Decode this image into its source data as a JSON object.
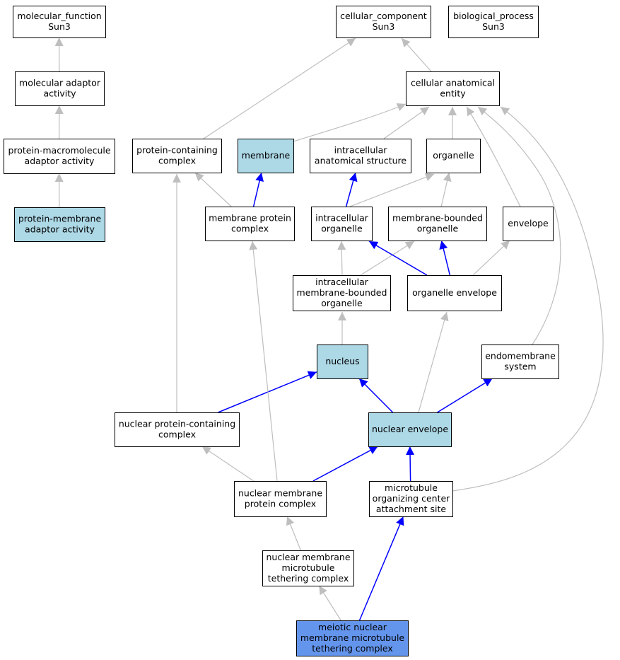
{
  "colors": {
    "plain_fill": "#ffffff",
    "highlight_fill": "#add8e6",
    "focus_fill": "#6495ed",
    "edge_gray": "#bebebe",
    "edge_blue": "#0000ff",
    "border": "#000000"
  },
  "nodes": [
    {
      "id": "molecular_function",
      "lines": [
        "molecular_function",
        "Sun3"
      ],
      "style": "plain"
    },
    {
      "id": "cellular_component",
      "lines": [
        "cellular_component",
        "Sun3"
      ],
      "style": "plain"
    },
    {
      "id": "biological_process",
      "lines": [
        "biological_process",
        "Sun3"
      ],
      "style": "plain"
    },
    {
      "id": "molecular_adaptor_activity",
      "lines": [
        "molecular adaptor",
        "activity"
      ],
      "style": "plain"
    },
    {
      "id": "cellular_anatomical_entity",
      "lines": [
        "cellular anatomical",
        "entity"
      ],
      "style": "plain"
    },
    {
      "id": "protein_macromolecule_adaptor_activity",
      "lines": [
        "protein-macromolecule",
        "adaptor activity"
      ],
      "style": "plain"
    },
    {
      "id": "protein_containing_complex",
      "lines": [
        "protein-containing",
        "complex"
      ],
      "style": "plain"
    },
    {
      "id": "membrane",
      "lines": [
        "membrane"
      ],
      "style": "highlight"
    },
    {
      "id": "intracellular_anatomical_structure",
      "lines": [
        "intracellular",
        "anatomical structure"
      ],
      "style": "plain"
    },
    {
      "id": "organelle",
      "lines": [
        "organelle"
      ],
      "style": "plain"
    },
    {
      "id": "protein_membrane_adaptor_activity",
      "lines": [
        "protein-membrane",
        "adaptor activity"
      ],
      "style": "highlight"
    },
    {
      "id": "membrane_protein_complex",
      "lines": [
        "membrane protein",
        "complex"
      ],
      "style": "plain"
    },
    {
      "id": "intracellular_organelle",
      "lines": [
        "intracellular",
        "organelle"
      ],
      "style": "plain"
    },
    {
      "id": "membrane_bounded_organelle",
      "lines": [
        "membrane-bounded",
        "organelle"
      ],
      "style": "plain"
    },
    {
      "id": "envelope",
      "lines": [
        "envelope"
      ],
      "style": "plain"
    },
    {
      "id": "intracellular_membrane_bounded_organelle",
      "lines": [
        "intracellular",
        "membrane-bounded",
        "organelle"
      ],
      "style": "plain"
    },
    {
      "id": "organelle_envelope",
      "lines": [
        "organelle envelope"
      ],
      "style": "plain"
    },
    {
      "id": "nucleus",
      "lines": [
        "nucleus"
      ],
      "style": "highlight"
    },
    {
      "id": "endomembrane_system",
      "lines": [
        "endomembrane",
        "system"
      ],
      "style": "plain"
    },
    {
      "id": "nuclear_protein_containing_complex",
      "lines": [
        "nuclear protein-containing",
        "complex"
      ],
      "style": "plain"
    },
    {
      "id": "nuclear_envelope",
      "lines": [
        "nuclear envelope"
      ],
      "style": "highlight"
    },
    {
      "id": "nuclear_membrane_protein_complex",
      "lines": [
        "nuclear membrane",
        "protein complex"
      ],
      "style": "plain"
    },
    {
      "id": "microtubule_organizing_center_attachment_site",
      "lines": [
        "microtubule",
        "organizing center",
        "attachment site"
      ],
      "style": "plain"
    },
    {
      "id": "nuclear_membrane_microtubule_tethering_complex",
      "lines": [
        "nuclear membrane",
        "microtubule",
        "tethering complex"
      ],
      "style": "plain"
    },
    {
      "id": "meiotic_nuclear_membrane_microtubule_tethering_complex",
      "lines": [
        "meiotic nuclear",
        "membrane microtubule",
        "tethering complex"
      ],
      "style": "focus"
    }
  ],
  "edges": [
    {
      "from": "molecular_adaptor_activity",
      "to": "molecular_function",
      "color": "gray"
    },
    {
      "from": "protein_macromolecule_adaptor_activity",
      "to": "molecular_adaptor_activity",
      "color": "gray"
    },
    {
      "from": "protein_membrane_adaptor_activity",
      "to": "protein_macromolecule_adaptor_activity",
      "color": "gray"
    },
    {
      "from": "cellular_anatomical_entity",
      "to": "cellular_component",
      "color": "gray"
    },
    {
      "from": "protein_containing_complex",
      "to": "cellular_component",
      "color": "gray"
    },
    {
      "from": "membrane",
      "to": "cellular_anatomical_entity",
      "color": "gray"
    },
    {
      "from": "intracellular_anatomical_structure",
      "to": "cellular_anatomical_entity",
      "color": "gray"
    },
    {
      "from": "organelle",
      "to": "cellular_anatomical_entity",
      "color": "gray"
    },
    {
      "from": "envelope",
      "to": "cellular_anatomical_entity",
      "color": "gray"
    },
    {
      "from": "endomembrane_system",
      "to": "cellular_anatomical_entity",
      "color": "gray"
    },
    {
      "from": "microtubule_organizing_center_attachment_site",
      "to": "cellular_anatomical_entity",
      "color": "gray"
    },
    {
      "from": "membrane_protein_complex",
      "to": "protein_containing_complex",
      "color": "gray"
    },
    {
      "from": "membrane_protein_complex",
      "to": "membrane",
      "color": "blue"
    },
    {
      "from": "nuclear_protein_containing_complex",
      "to": "protein_containing_complex",
      "color": "gray"
    },
    {
      "from": "intracellular_organelle",
      "to": "intracellular_anatomical_structure",
      "color": "blue"
    },
    {
      "from": "intracellular_organelle",
      "to": "organelle",
      "color": "gray"
    },
    {
      "from": "membrane_bounded_organelle",
      "to": "organelle",
      "color": "gray"
    },
    {
      "from": "intracellular_membrane_bounded_organelle",
      "to": "intracellular_organelle",
      "color": "gray"
    },
    {
      "from": "intracellular_membrane_bounded_organelle",
      "to": "membrane_bounded_organelle",
      "color": "gray"
    },
    {
      "from": "organelle_envelope",
      "to": "intracellular_organelle",
      "color": "blue"
    },
    {
      "from": "organelle_envelope",
      "to": "membrane_bounded_organelle",
      "color": "blue"
    },
    {
      "from": "organelle_envelope",
      "to": "envelope",
      "color": "gray"
    },
    {
      "from": "nucleus",
      "to": "intracellular_membrane_bounded_organelle",
      "color": "gray"
    },
    {
      "from": "nuclear_protein_containing_complex",
      "to": "nucleus",
      "color": "blue"
    },
    {
      "from": "nuclear_envelope",
      "to": "nucleus",
      "color": "blue"
    },
    {
      "from": "nuclear_envelope",
      "to": "organelle_envelope",
      "color": "gray"
    },
    {
      "from": "nuclear_envelope",
      "to": "endomembrane_system",
      "color": "blue"
    },
    {
      "from": "nuclear_membrane_protein_complex",
      "to": "nuclear_protein_containing_complex",
      "color": "gray"
    },
    {
      "from": "nuclear_membrane_protein_complex",
      "to": "membrane_protein_complex",
      "color": "gray"
    },
    {
      "from": "nuclear_membrane_protein_complex",
      "to": "nuclear_envelope",
      "color": "blue"
    },
    {
      "from": "microtubule_organizing_center_attachment_site",
      "to": "nuclear_envelope",
      "color": "blue"
    },
    {
      "from": "nuclear_membrane_microtubule_tethering_complex",
      "to": "nuclear_membrane_protein_complex",
      "color": "gray"
    },
    {
      "from": "meiotic_nuclear_membrane_microtubule_tethering_complex",
      "to": "nuclear_membrane_microtubule_tethering_complex",
      "color": "gray"
    },
    {
      "from": "meiotic_nuclear_membrane_microtubule_tethering_complex",
      "to": "microtubule_organizing_center_attachment_site",
      "color": "blue"
    }
  ]
}
